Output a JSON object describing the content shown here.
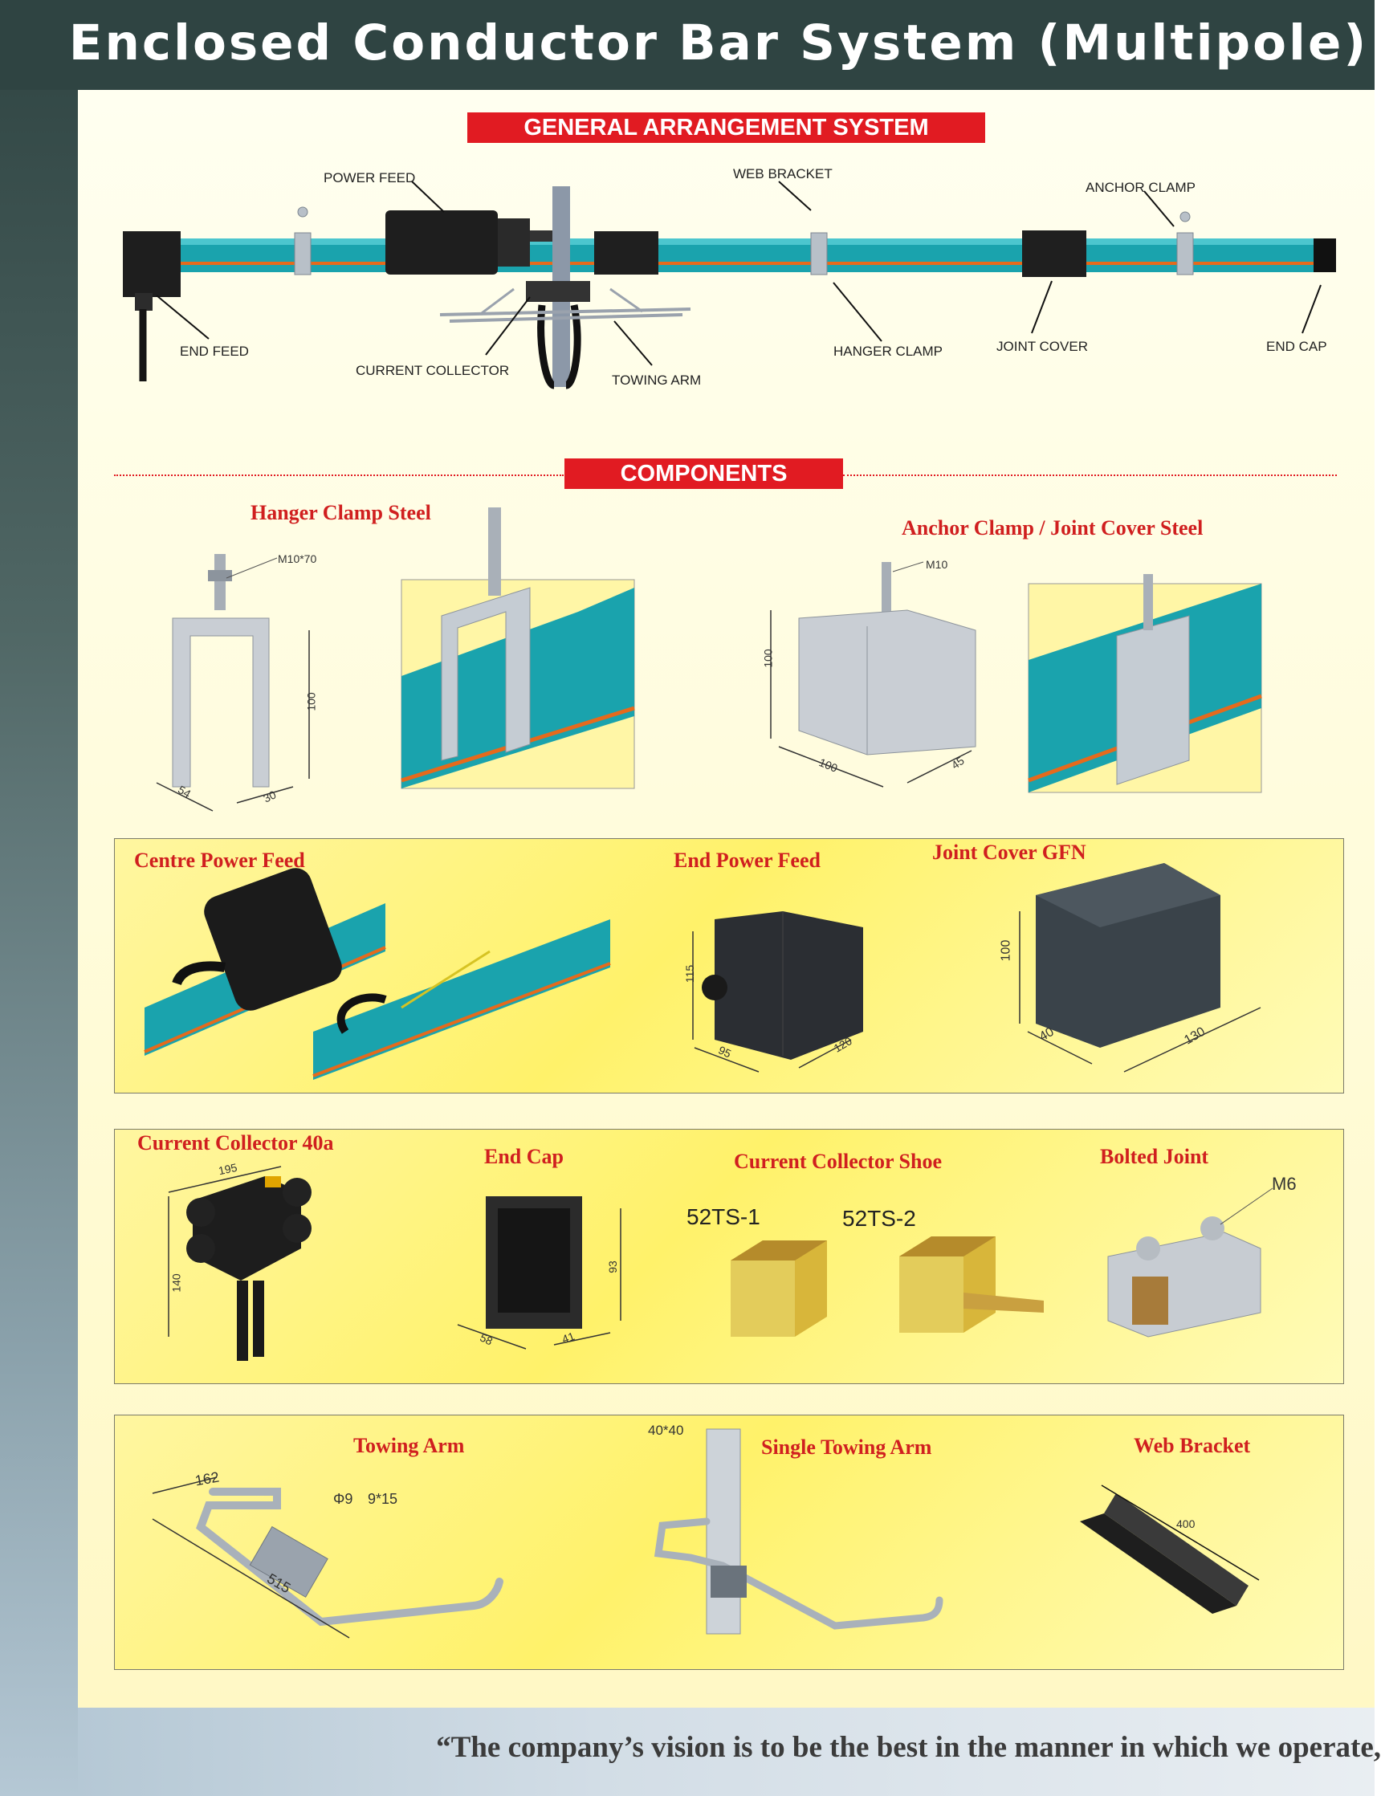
{
  "header": {
    "title": "Enclosed Conductor Bar System (Multipole)"
  },
  "sections": {
    "general": "GENERAL ARRANGEMENT SYSTEM",
    "components": "COMPONENTS"
  },
  "arrangement_labels": {
    "power_feed": "POWER FEED",
    "web_bracket": "WEB BRACKET",
    "anchor_clamp": "ANCHOR CLAMP",
    "end_feed": "END FEED",
    "current_collector": "CURRENT COLLECTOR",
    "towing_arm": "TOWING ARM",
    "hanger_clamp": "HANGER CLAMP",
    "joint_cover": "JOINT COVER",
    "end_cap": "END CAP"
  },
  "components": {
    "hanger_clamp_steel": {
      "title": "Hanger Clamp Steel",
      "m": "M10*70",
      "d100": "100",
      "d54": "54",
      "d30": "30"
    },
    "anchor_clamp": {
      "title": "Anchor Clamp / Joint Cover Steel",
      "m": "M10",
      "d100a": "100",
      "d100b": "100",
      "d45": "45"
    },
    "centre_power_feed": {
      "title": "Centre Power Feed"
    },
    "end_power_feed": {
      "title": "End Power Feed",
      "d115": "115",
      "d95": "95",
      "d120": "120"
    },
    "joint_cover_gfn": {
      "title": "Joint Cover GFN",
      "d100": "100",
      "d40": "40",
      "d130": "130"
    },
    "current_collector_40a": {
      "title": "Current Collector 40a",
      "d195": "195",
      "d140": "140"
    },
    "end_cap": {
      "title": "End Cap",
      "d93": "93",
      "d58": "58",
      "d41": "41"
    },
    "current_collector_shoe": {
      "title": "Current Collector Shoe",
      "s1": "52TS-1",
      "s2": "52TS-2"
    },
    "bolted_joint": {
      "title": "Bolted Joint",
      "m": "M6"
    },
    "towing_arm": {
      "title": "Towing Arm",
      "d162": "162",
      "phi": "Φ9",
      "slot": "9*15",
      "d515": "515"
    },
    "single_towing_arm": {
      "title": "Single Towing Arm",
      "size": "40*40"
    },
    "web_bracket": {
      "title": "Web Bracket",
      "d400": "400"
    }
  },
  "footer": {
    "quote": "“The company’s vision is to be the best in the manner in which we operate,"
  },
  "colors": {
    "accent_red": "#e11b22",
    "dark_bar": "#2f4442",
    "rail_teal": "#1aa3ad",
    "panel_yellow": "#fff26a"
  }
}
